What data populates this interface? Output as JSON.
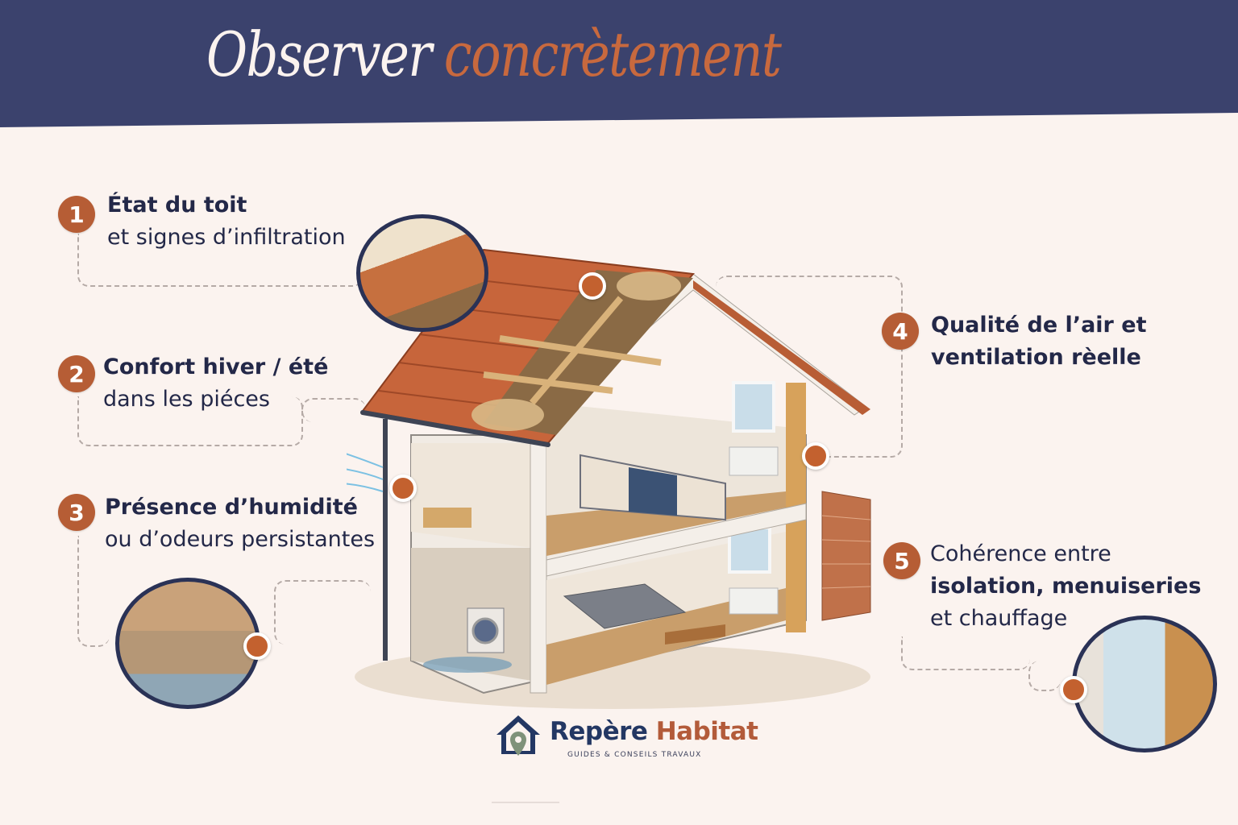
{
  "header": {
    "title_part1": "Observer",
    "title_part2": "concrètement",
    "background_color": "#3b426d",
    "accent_color": "#c8693e"
  },
  "items": [
    {
      "number": "1",
      "line1": "État du toit",
      "line2": "et signes d’infiltration",
      "inset": "roof-tiles-water-damage"
    },
    {
      "number": "2",
      "line1": "Confort hiver / été",
      "line2": "dans les piéces",
      "inset": ""
    },
    {
      "number": "3",
      "line1": "Présence d’humidité",
      "line2": "ou d’odeurs persistantes",
      "inset": "basement-humidity-washing-machine"
    },
    {
      "number": "4",
      "line1": "Qualité de l’air et",
      "line2": "ventilation rèelle",
      "inset": ""
    },
    {
      "number": "5",
      "line1": "Cohérence entre",
      "line2": "isolation, menuiseries",
      "line3": "et chauffage",
      "inset": "window-radiator-insulated-wall"
    }
  ],
  "illustration": {
    "subject": "cutaway-house",
    "rooms": [
      "attic-bedroom",
      "upper-office",
      "basement-laundry",
      "living-room"
    ]
  },
  "logo": {
    "word1": "Repère",
    "word2": "Habitat",
    "tagline": "GUIDES & CONSEILS TRAVAUX",
    "icon": "house-location-pin-icon"
  },
  "colors": {
    "badge": "#b65d35",
    "text": "#232848",
    "background": "#fbf3ef",
    "inset_border": "#2a3256"
  }
}
